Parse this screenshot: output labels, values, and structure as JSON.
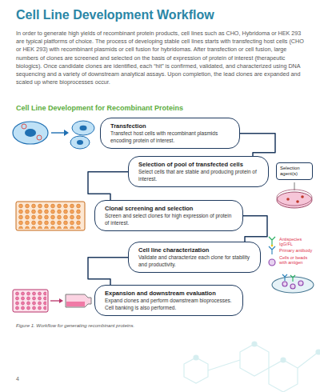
{
  "diagram": {
    "title": "Cell Line Development Workflow",
    "caption": "Figure 1. Workflow for generating recombinant proteins.",
    "nodes": [
      {
        "text": [
          "Transfection",
          "Transfect host cells with recombinant plasmids encoding protein of interest."
        ]
      },
      {
        "text": [
          "Selection of pool of transfected cells",
          "Select cells that are stable and producing protein of interest."
        ]
      },
      {
        "text": [
          "Selection agent(s)"
        ]
      },
      {
        "text": [
          "Clonal screening and selection",
          "Screen and select clones for high expression of protein of interest."
        ]
      },
      {
        "text": [
          "Cell line characterization",
          "Validate and characterize each clone for stability and productivity."
        ]
      },
      {
        "text": [
          "Expansion and downstream evaluation",
          "Expand clones and perform downstream bioprocesses. Cell banking is also performed."
        ]
      }
    ],
    "edges": [
      {
        "from": 0,
        "to": 1,
        "arrow": "none"
      },
      {
        "from": 1,
        "to": 3,
        "arrow": "none"
      },
      {
        "from": 3,
        "to": 4,
        "arrow": "none"
      },
      {
        "from": 4,
        "to": 5,
        "arrow": "none"
      }
    ],
    "labels": [
      "In order to generate high yields of recombinant protein products, cell lines such as CHO, Hybridoma or HEK 293 are typical platforms of choice. The process of developing stable cell lines starts with transfecting host cells (CHO or HEK 293) with recombinant plasmids or cell fusion for hybridomas. After transfection or cell fusion, large numbers of clones are screened and selected on the basis of expression of protein of interest (therapeutic biologics). Once candidate clones are identified, each “hit” is confirmed, validated, and characterized using DNA sequencing and a variety of downstream analytical assays. Upon completion, the lead clones are expanded and scaled up where bioprocesses occur.",
      "Cell Line Development for Recombinant Proteins",
      "Antispecies IgG/FL",
      "Primary antibody",
      "Cells or beads with antigen",
      "4"
    ]
  }
}
